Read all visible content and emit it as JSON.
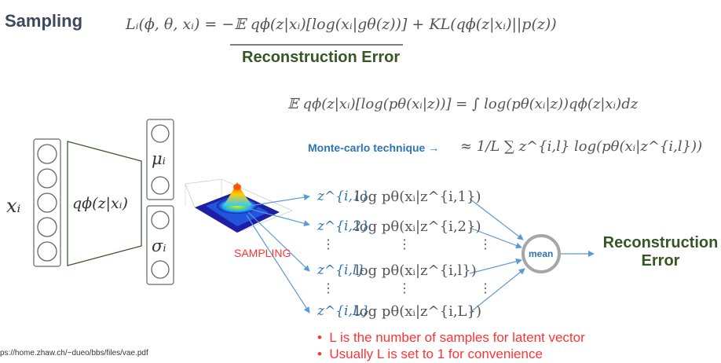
{
  "title": "Sampling",
  "loss_formula": "Lᵢ(ϕ, θ, xᵢ) = −𝔼 qϕ(z|xᵢ)[log(xᵢ|gθ(z))] + KL(qϕ(z|xᵢ)||p(z))",
  "reconstruction_error_label": "Reconstruction Error",
  "expectation_formula": "𝔼 qϕ(z|xᵢ)[log(pθ(xᵢ|z))] = ∫ log(pθ(xᵢ|z))qϕ(z|xᵢ)dz",
  "monte_carlo_label": "Monte-carlo technique →",
  "approx_formula": "≈ 1/L ∑ z^{i,l} log(pθ(xᵢ|z^{i,l}))",
  "encoder": {
    "input_label": "xᵢ",
    "encoder_label": "qϕ(z|xᵢ)",
    "mu_label": "μᵢ",
    "sigma_label": "σᵢ"
  },
  "sampling_label": "SAMPLING",
  "samples": [
    {
      "z": "z^{i,1}",
      "log": "log pθ(xᵢ|z^{i,1})"
    },
    {
      "z": "z^{i,2}",
      "log": "log pθ(xᵢ|z^{i,2})"
    },
    {
      "z": "z^{i,l}",
      "log": "log pθ(xᵢ|z^{i,l})"
    },
    {
      "z": "z^{i,L}",
      "log": "log pθ(xᵢ|z^{i,L})"
    }
  ],
  "mean_label": "mean",
  "output_label_line1": "Reconstruction",
  "output_label_line2": "Error",
  "bullets": [
    "L is the number of samples for latent vector",
    "Usually L is set to 1 for convenience"
  ],
  "source_url": "ps://home.zhaw.ch/~dueo/bbs/files/vae.pdf",
  "colors": {
    "title": "#3b4a5c",
    "green": "#375623",
    "blue": "#2e74b5",
    "red": "#ff3333",
    "arrow": "#5b9bd5"
  }
}
